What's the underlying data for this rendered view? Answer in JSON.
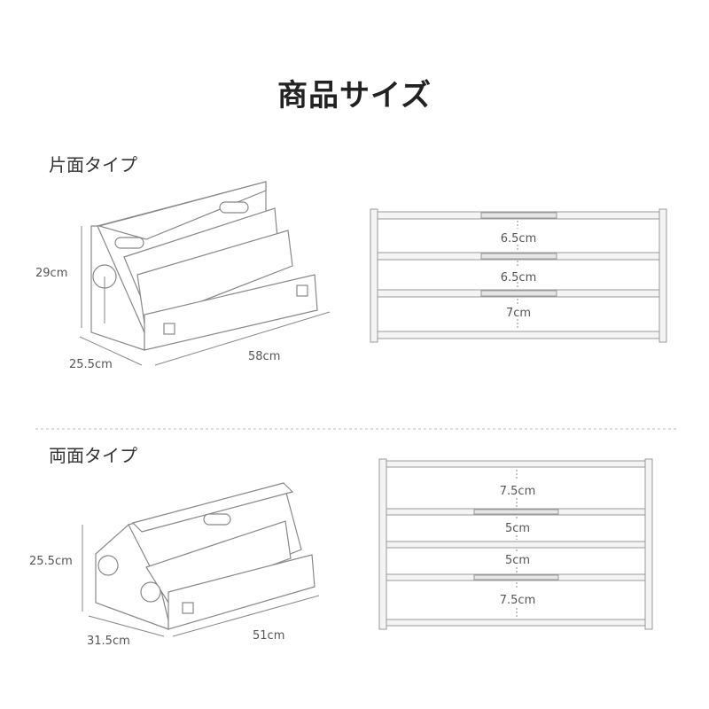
{
  "title": "商品サイズ",
  "single_sided": {
    "label": "片面タイプ",
    "height": "29cm",
    "depth": "25.5cm",
    "width": "58cm",
    "gaps": [
      "6.5cm",
      "6.5cm",
      "7cm"
    ]
  },
  "double_sided": {
    "label": "両面タイプ",
    "height": "25.5cm",
    "depth": "31.5cm",
    "width": "51cm",
    "gaps": [
      "7.5cm",
      "5cm",
      "5cm",
      "7.5cm"
    ]
  }
}
